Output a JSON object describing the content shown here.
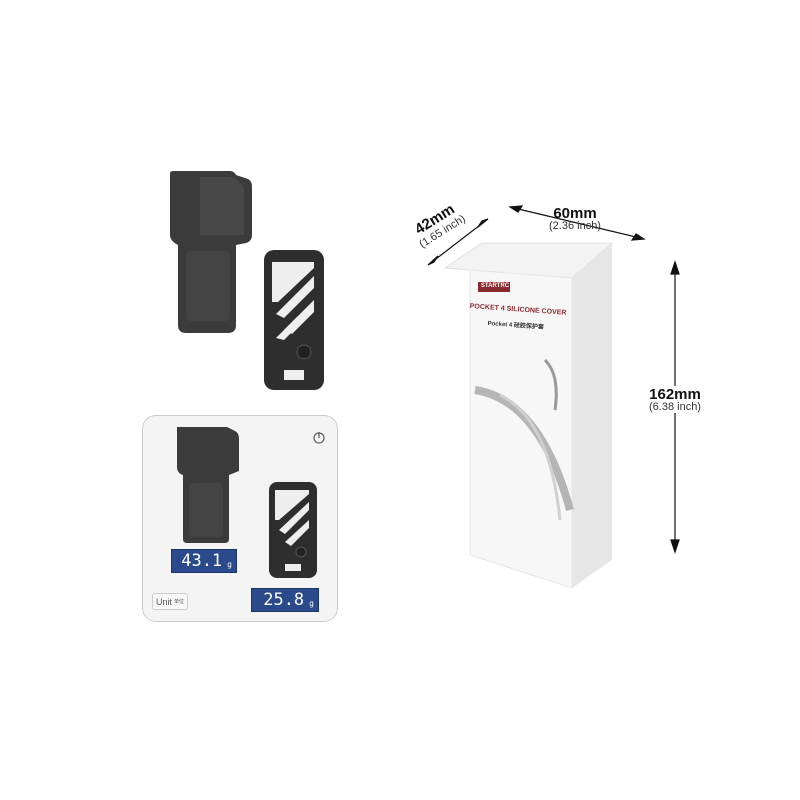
{
  "box": {
    "brand": "STARTRC",
    "title": "POCKET 4 SILICONE COVER",
    "subtitle": "Pocket 4 硅胶保护套"
  },
  "dimensions": {
    "depth": {
      "value": "42mm",
      "inch": "(1.65 inch)"
    },
    "width": {
      "value": "60mm",
      "inch": "(2.36 inch)"
    },
    "height": {
      "value": "162mm",
      "inch": "(6.38 inch)"
    }
  },
  "scale": {
    "reading_1": "43.1",
    "reading_2": "25.8",
    "unit": "g",
    "unit_button": "Unit",
    "unit_button_sub": "单位",
    "power_icon": "power-icon"
  },
  "colors": {
    "brand": "#8a2a2e",
    "lcd": "#2a4a8c",
    "product": "#3a3a3a"
  }
}
